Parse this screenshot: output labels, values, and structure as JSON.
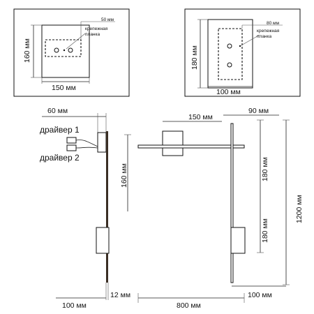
{
  "top_left": {
    "width": "150 мм",
    "height": "160 мм",
    "mount_width": "50 мм",
    "mount_label_1": "крепежная",
    "mount_label_2": "планка"
  },
  "top_right": {
    "width": "100 мм",
    "height": "180 мм",
    "mount_width": "80 мм",
    "mount_label_1": "крепежная",
    "mount_label_2": "планка"
  },
  "side_view": {
    "depth": "60 мм",
    "driver_1": "драйвер 1",
    "driver_2": "драйвер 2",
    "mount_height": "160 мм",
    "base_offset": "100 мм",
    "thickness": "12 мм"
  },
  "front_view": {
    "box_width": "150 мм",
    "right_offset": "90 мм",
    "segment_top": "180 мм",
    "segment_bottom": "180 мм",
    "total_height": "1200 мм",
    "bar_width": "800 мм",
    "bottom_offset": "100 мм"
  }
}
